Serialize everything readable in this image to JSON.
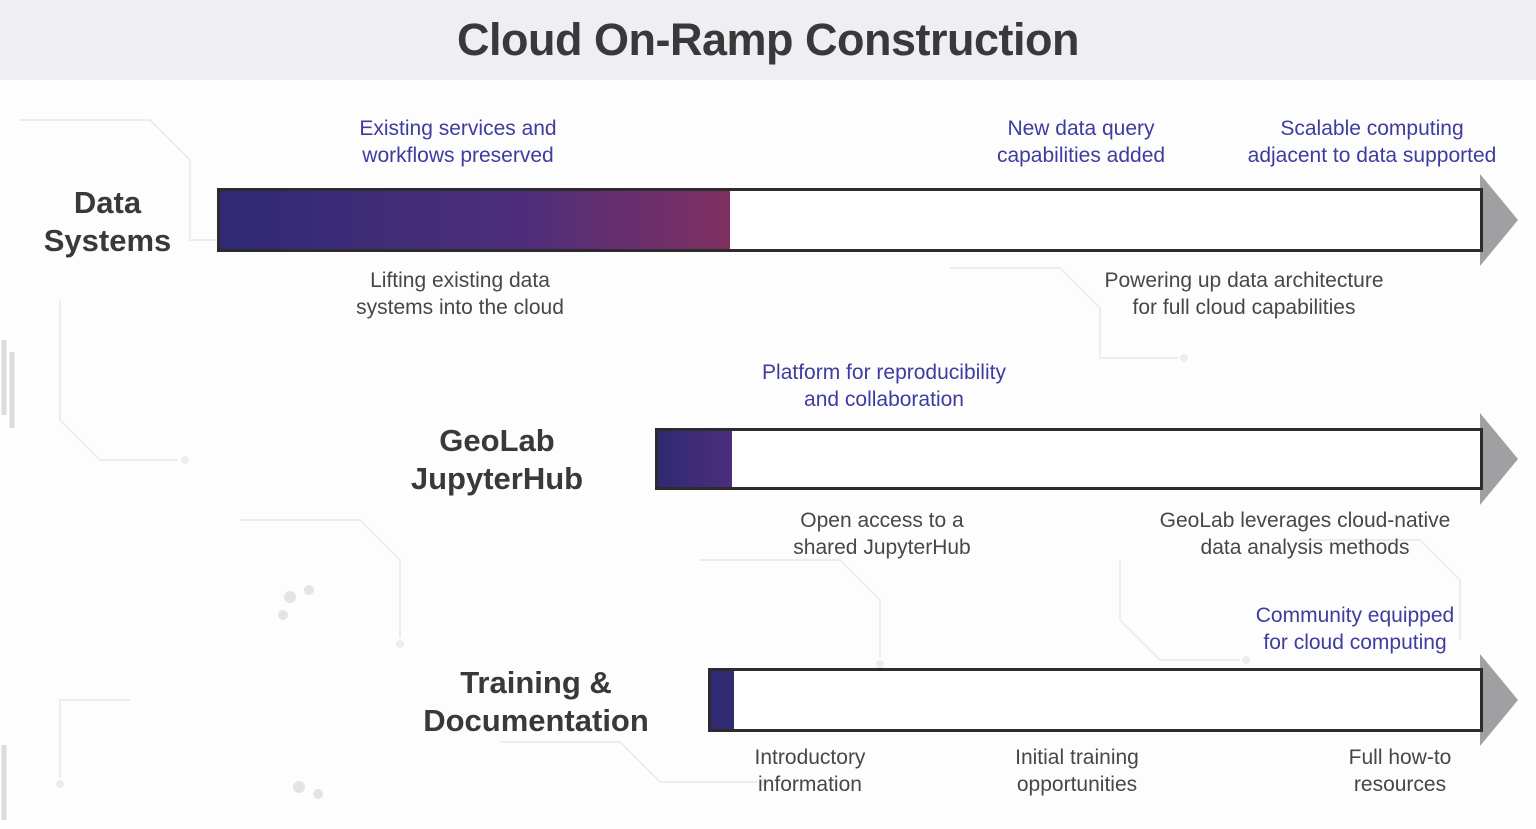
{
  "title": "Cloud On-Ramp Construction",
  "colors": {
    "accent_blue": "#3e3c9e",
    "text_dark": "#474749",
    "title_bg": "#efeff1",
    "bar_border": "#2c2c2e",
    "arrow_gray": "#a0a0a2",
    "fill_start": "#2f2a72",
    "fill_mid": "#4d2d7c",
    "fill_end": "#7f3060"
  },
  "rows": [
    {
      "label": "Data\nSystems",
      "progress_pct": 40.5,
      "top_notes": [
        {
          "text": "Existing services and\nworkflows preserved"
        },
        {
          "text": "New data query\ncapabilities added"
        },
        {
          "text": "Scalable computing\nadjacent to data supported"
        }
      ],
      "bottom_notes": [
        {
          "text": "Lifting existing data\nsystems into the cloud"
        },
        {
          "text": "Powering up data architecture\nfor full cloud capabilities"
        }
      ]
    },
    {
      "label": "GeoLab\nJupyterHub",
      "progress_pct": 9,
      "top_notes": [
        {
          "text": "Platform for reproducibility\nand collaboration"
        }
      ],
      "bottom_notes": [
        {
          "text": "Open access to a\nshared JupyterHub"
        },
        {
          "text": "GeoLab leverages cloud-native\ndata analysis methods"
        }
      ]
    },
    {
      "label": "Training &\nDocumentation",
      "progress_pct": 3,
      "top_notes": [
        {
          "text": "Community equipped\nfor cloud computing"
        }
      ],
      "bottom_notes": [
        {
          "text": "Introductory\ninformation"
        },
        {
          "text": "Initial training\nopportunities"
        },
        {
          "text": "Full how-to\nresources"
        }
      ]
    }
  ]
}
